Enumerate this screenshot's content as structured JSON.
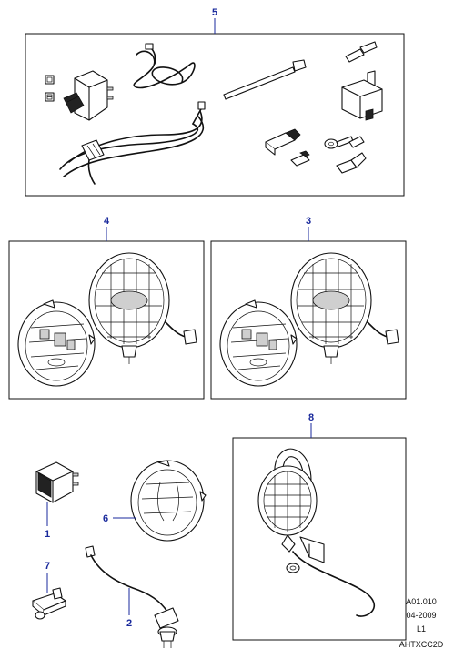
{
  "callouts": {
    "c5": "5",
    "c4": "4",
    "c3": "3",
    "c8": "8",
    "c1": "1",
    "c6": "6",
    "c7": "7",
    "c2": "2"
  },
  "reference": {
    "code": "A01.010",
    "date": "04-2009",
    "level": "L1",
    "id": "AHTXCC2D"
  }
}
